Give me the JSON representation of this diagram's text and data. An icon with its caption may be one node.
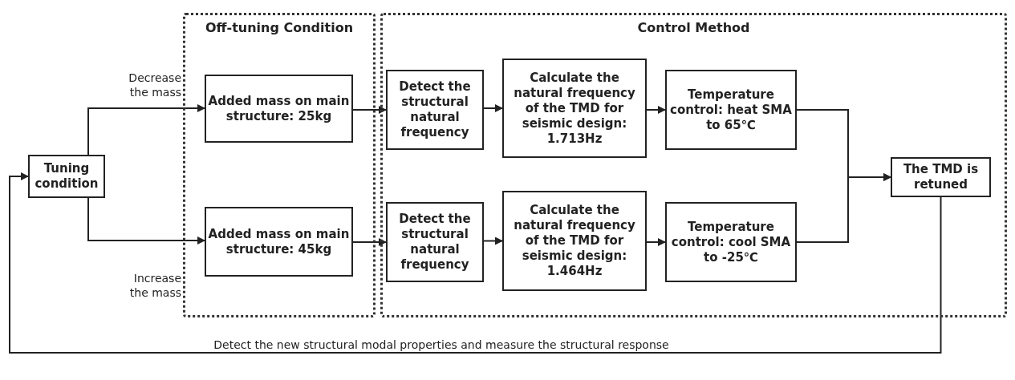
{
  "diagram": {
    "nodes": [
      {
        "text": [
          "Off-tuning Condition"
        ]
      },
      {
        "text": [
          "Control Method"
        ]
      },
      {
        "text": [
          "Tuning condition"
        ]
      },
      {
        "text": [
          "Added mass on main structure: 25kg"
        ],
        "in": 0
      },
      {
        "text": [
          "Added mass on main structure: 45kg"
        ],
        "in": 0
      },
      {
        "text": [
          "Detect the structural natural frequency"
        ],
        "in": 1
      },
      {
        "text": [
          "Calculate the natural frequency of the TMD for seismic design: 1.713Hz"
        ],
        "in": 1
      },
      {
        "text": [
          "Temperature control: heat SMA to 65℃"
        ],
        "in": 1
      },
      {
        "text": [
          "Detect the structural natural frequency"
        ],
        "in": 1
      },
      {
        "text": [
          "Calculate the natural frequency of the TMD for seismic design: 1.464Hz"
        ],
        "in": 1
      },
      {
        "text": [
          "Temperature control: cool SMA to -25℃"
        ],
        "in": 1
      },
      {
        "text": [
          "The TMD is retuned"
        ],
        "in": 1
      }
    ],
    "edges": [
      {
        "from": 2,
        "to": 3,
        "arrow": "to",
        "label": "Decrease the mass"
      },
      {
        "from": 2,
        "to": 4,
        "arrow": "to",
        "label": "Increase the mass"
      },
      {
        "from": 3,
        "to": 5,
        "arrow": "to"
      },
      {
        "from": 4,
        "to": 8,
        "arrow": "to"
      },
      {
        "from": 5,
        "to": 6,
        "arrow": "to"
      },
      {
        "from": 6,
        "to": 7,
        "arrow": "to"
      },
      {
        "from": 8,
        "to": 9,
        "arrow": "to"
      },
      {
        "from": 9,
        "to": 10,
        "arrow": "to"
      },
      {
        "from": 7,
        "to": 11,
        "arrow": "to"
      },
      {
        "from": 10,
        "to": 11,
        "arrow": "to"
      },
      {
        "from": 11,
        "to": 2,
        "arrow": "to",
        "label": "Detect the new structural modal properties and measure the structural response"
      }
    ]
  }
}
